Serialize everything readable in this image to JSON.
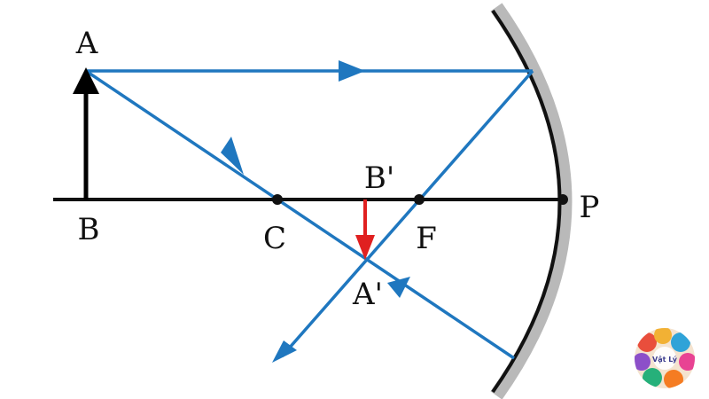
{
  "labels": {
    "object_top": "A",
    "object_base": "B",
    "center_of_curvature": "C",
    "focus": "F",
    "pole": "P",
    "image_base": "B'",
    "image_tip": "A'"
  },
  "logo_text": "Vật Lý",
  "colors": {
    "ray": "#1f77bf",
    "object_arrow": "#000000",
    "image_arrow": "#e02020",
    "mirror_back": "#b9b9b9",
    "mirror_surface": "#111111",
    "axis": "#111111",
    "text": "#111111"
  }
}
